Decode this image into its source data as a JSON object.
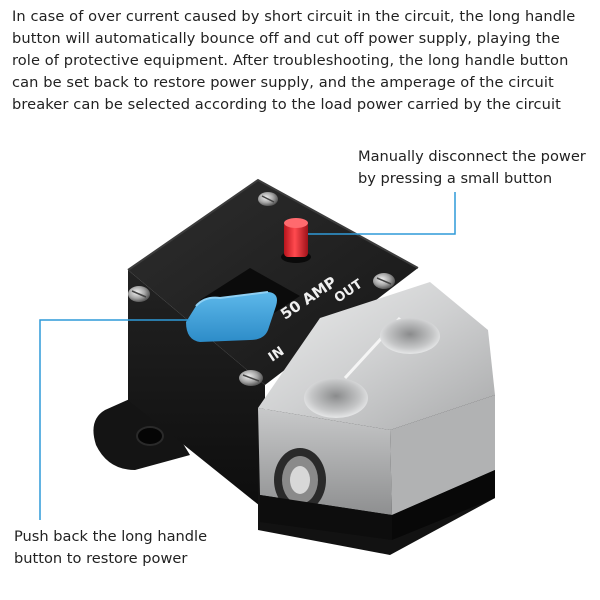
{
  "description_text": "In case of over current caused by short circuit in the circuit, the long handle button will automatically bounce off and cut off power supply, playing the role of protective equipment. After troubleshooting, the long handle button can be set back to restore power supply, and the amperage of the circuit breaker can be selected according to the load power carried by the circuit",
  "callouts": {
    "manual_disconnect": "Manually disconnect the power by pressing a small button",
    "restore_power": "Push back the long handle button to restore power"
  },
  "device_labels": {
    "rating": "50 AMP",
    "input": "IN",
    "output": "OUT"
  },
  "colors": {
    "callout_line": "#2f9ad8",
    "handle": "#3a9fd6",
    "reset_button": "#e8232d",
    "body": "#1c1c1c",
    "terminal_cover": "#d9dadb"
  }
}
